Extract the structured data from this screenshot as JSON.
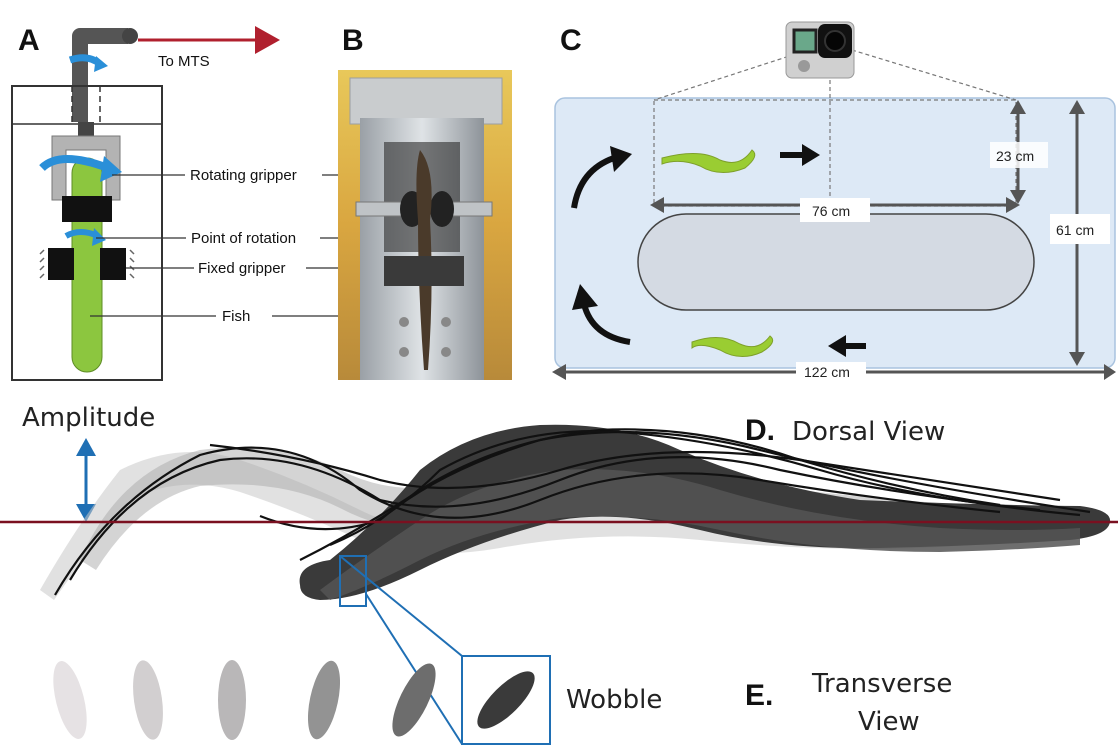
{
  "panels": {
    "a": {
      "letter": "A",
      "to_mts": "To MTS",
      "labels": [
        "Rotating gripper",
        "Point of rotation",
        "Fixed gripper",
        "Fish"
      ]
    },
    "b": {
      "letter": "B"
    },
    "c": {
      "letter": "C",
      "dim_23": "23 cm",
      "dim_76": "76 cm",
      "dim_61": "61 cm",
      "dim_122": "122 cm"
    },
    "d": {
      "letter": "D.",
      "title": "Dorsal View",
      "amplitude": "Amplitude"
    },
    "e": {
      "letter": "E.",
      "title_line1": "Transverse",
      "title_line2": "View",
      "wobble": "Wobble"
    }
  },
  "colors": {
    "fish_green": "#8cc63f",
    "flow_blue": "#2a8fd8",
    "tank_blue": "#dde9f6",
    "mts_arrow": "#b0202e",
    "midline": "#7a1020",
    "callout": "#1f6fb4"
  },
  "icons": [
    "clockwise-rotation-arrow-icon",
    "camera-icon",
    "flow-arrow-icon"
  ]
}
